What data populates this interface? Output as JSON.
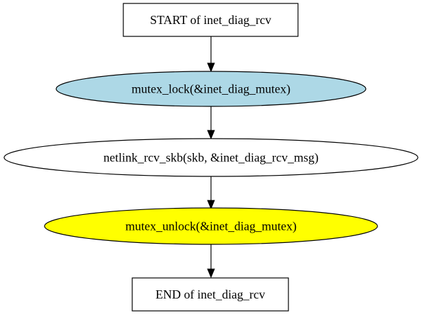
{
  "nodes": {
    "start": {
      "label": "START of inet_diag_rcv",
      "shape": "box",
      "fill": "#ffffff"
    },
    "mutex_lock": {
      "label": "mutex_lock(&inet_diag_mutex)",
      "shape": "ellipse",
      "fill": "#add8e6"
    },
    "netlink_rcv": {
      "label": "netlink_rcv_skb(skb, &inet_diag_rcv_msg)",
      "shape": "ellipse",
      "fill": "#ffffff"
    },
    "mutex_unlock": {
      "label": "mutex_unlock(&inet_diag_mutex)",
      "shape": "ellipse",
      "fill": "#ffff00"
    },
    "end": {
      "label": "END of inet_diag_rcv",
      "shape": "box",
      "fill": "#ffffff"
    }
  },
  "edges": [
    {
      "from": "start",
      "to": "mutex_lock"
    },
    {
      "from": "mutex_lock",
      "to": "netlink_rcv"
    },
    {
      "from": "netlink_rcv",
      "to": "mutex_unlock"
    },
    {
      "from": "mutex_unlock",
      "to": "end"
    }
  ]
}
